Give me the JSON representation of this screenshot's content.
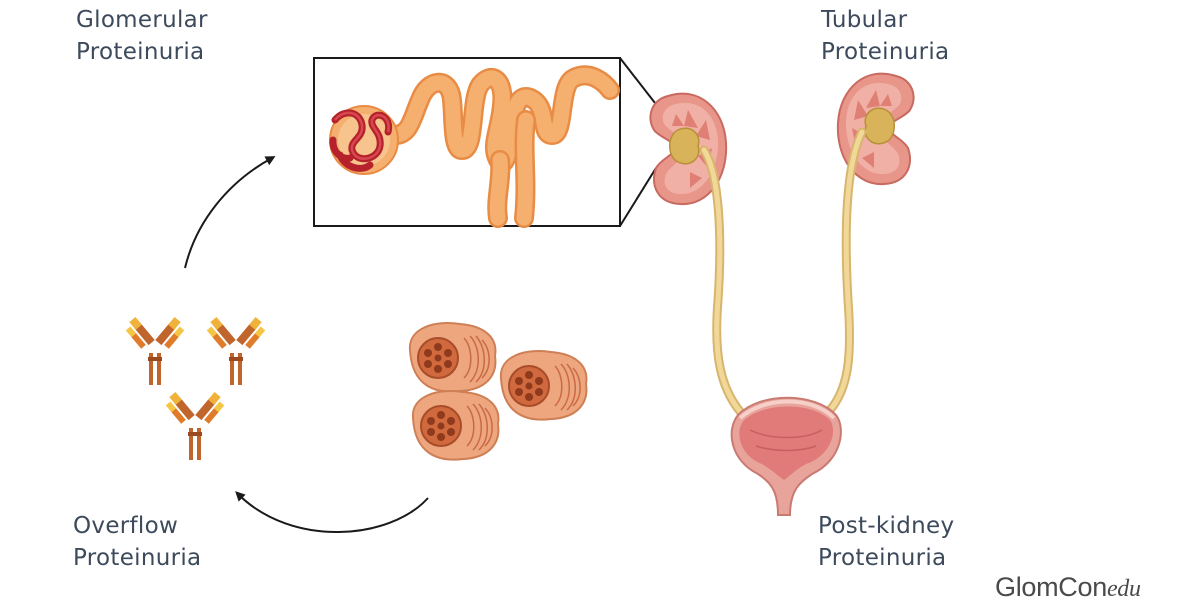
{
  "labels": {
    "glomerular": {
      "line1": "Glomerular",
      "line2": "Proteinuria"
    },
    "tubular": {
      "line1": "Tubular",
      "line2": "Proteinuria"
    },
    "overflow": {
      "line1": "Overflow",
      "line2": "Proteinuria"
    },
    "postkidney": {
      "line1": "Post-kidney",
      "line2": "Proteinuria"
    }
  },
  "brand": {
    "name": "GlomCon",
    "suffix": "edu"
  },
  "colors": {
    "text": "#3d4a5c",
    "tubule": "#f2a868",
    "glomerulus": "#b5222b",
    "kidney": "#e8958a",
    "ureter": "#e8c884",
    "antibody_heavy": "#c0652b",
    "antibody_light": "#f0b23a",
    "cell": "#eea67e",
    "bladder": "#e07b7a"
  },
  "icons": [
    "glomerulus-icon",
    "kidney-icon",
    "bladder-icon",
    "antibody-icon",
    "plasma-cell-icon",
    "arrow-icon"
  ]
}
